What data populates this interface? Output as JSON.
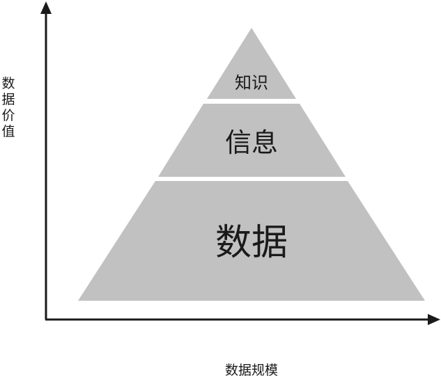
{
  "diagram": {
    "type": "pyramid",
    "layers": [
      {
        "label": "知识"
      },
      {
        "label": "信息"
      },
      {
        "label": "数据"
      }
    ],
    "y_axis_label": "数据价值",
    "x_axis_label": "数据规模",
    "layer_color": "#c0c1c0",
    "axis_color": "#1a1a1a"
  }
}
